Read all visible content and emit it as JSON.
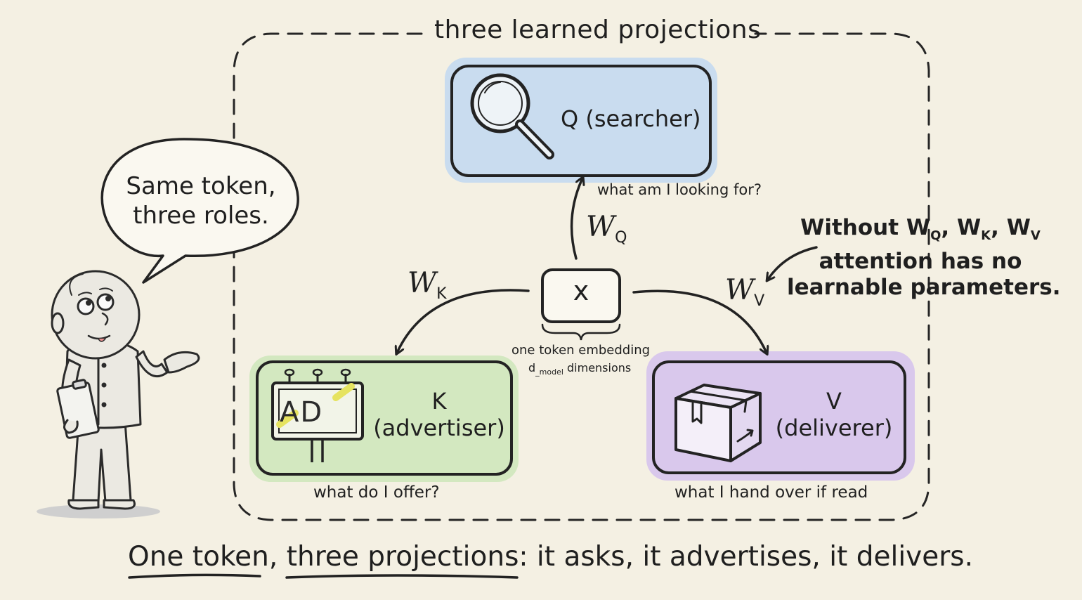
{
  "frame_title": "three learned projections",
  "speech_bubble": {
    "line1": "Same token,",
    "line2": "three roles."
  },
  "query_box": {
    "label": "Q (searcher)",
    "subtitle": "what am I looking for?",
    "color": "#c9dcef"
  },
  "key_box": {
    "letter": "K",
    "role": "(advertiser)",
    "subtitle": "what do I offer?",
    "billboard_text": "AD",
    "color": "#d3e8c0"
  },
  "value_box": {
    "letter": "V",
    "role": "(deliverer)",
    "subtitle": "what I hand over if read",
    "color": "#d9c8ec"
  },
  "token_box": {
    "label": "x",
    "desc_line1": "one token embedding",
    "desc_prefix": "d",
    "desc_sub": "_model",
    "desc_suffix": " dimensions"
  },
  "weights": {
    "q": {
      "symbol": "W",
      "sub": "Q"
    },
    "k": {
      "symbol": "W",
      "sub": "K"
    },
    "v": {
      "symbol": "W",
      "sub": "V"
    }
  },
  "callout": {
    "prefix": "Without ",
    "w": "W",
    "sub_q": "Q",
    "sub_k": "K",
    "sub_v": "V",
    "sep": ", ",
    "line2": "attention has no",
    "line3": "learnable parameters."
  },
  "caption": {
    "w1": "One",
    "w2": "token,",
    "w3": "three",
    "w4": "projections",
    "rest": ": it asks, it advertises, it delivers."
  }
}
